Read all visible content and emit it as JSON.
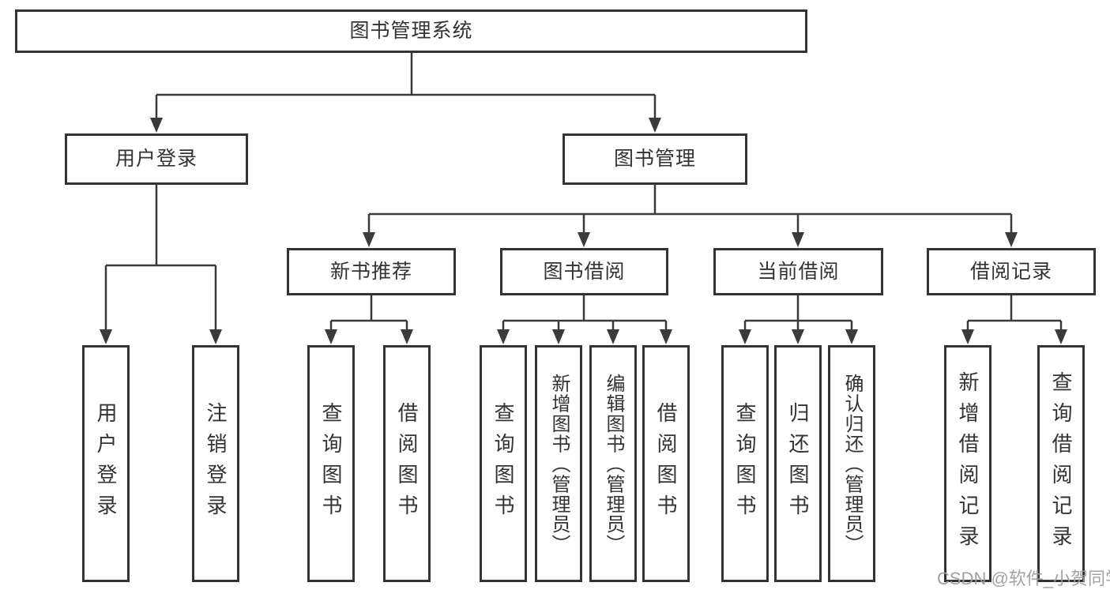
{
  "tree": {
    "label": "图书管理系统",
    "children": [
      {
        "label": "用户登录",
        "children": [
          {
            "label": "用户登录"
          },
          {
            "label": "注销登录"
          }
        ]
      },
      {
        "label": "图书管理",
        "children": [
          {
            "label": "新书推荐",
            "children": [
              {
                "label": "查询图书"
              },
              {
                "label": "借阅图书"
              }
            ]
          },
          {
            "label": "图书借阅",
            "children": [
              {
                "label": "查询图书"
              },
              {
                "label": "新增图书（管理员）"
              },
              {
                "label": "编辑图书（管理员）"
              },
              {
                "label": "借阅图书"
              }
            ]
          },
          {
            "label": "当前借阅",
            "children": [
              {
                "label": "查询图书"
              },
              {
                "label": "归还图书"
              },
              {
                "label": "确认归还（管理员）"
              }
            ]
          },
          {
            "label": "借阅记录",
            "children": [
              {
                "label": "新增借阅记录"
              },
              {
                "label": "查询借阅记录"
              }
            ]
          }
        ]
      }
    ]
  },
  "watermark": "CSDN @软件_小贺同学",
  "colors": {
    "line": "#3a3a3a",
    "box_border": "#333333",
    "text": "#333333",
    "background": "#ffffff",
    "watermark": "#9e9e9e"
  }
}
